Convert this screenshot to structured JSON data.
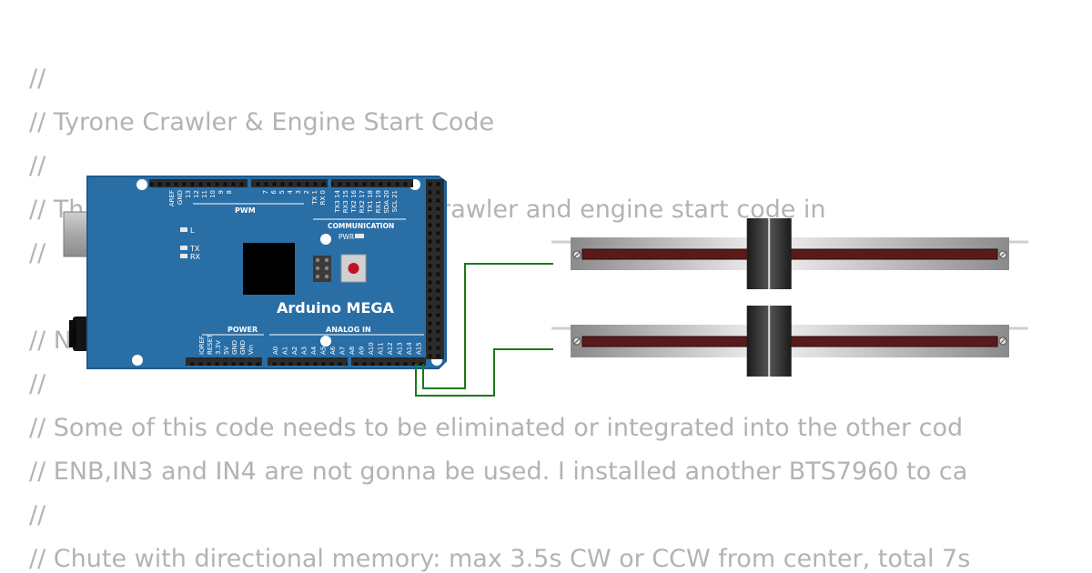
{
  "code_lines": [
    "//",
    "// Tyrone Crawler & Engine Start Code",
    "//",
    "// This is the combination of the crawler and engine start code in",
    "//",
    "",
    "// NOTES",
    "//",
    "// Some of this code needs to be eliminated or integrated into the other cod",
    "// ENB,IN3 and IN4 are not gonna be used. I installed another BTS7960 to ca",
    "//",
    "// Chute with directional memory: max 3.5s CW or CCW from center, total 7s"
  ],
  "board": {
    "name": "Arduino MEGA",
    "pwm_label": "PWM",
    "communication_label": "COMMUNICATION",
    "power_label": "POWER",
    "analog_label": "ANALOG IN",
    "pwr_label": "PWR",
    "led_l": "L",
    "led_tx": "TX",
    "led_rx": "RX",
    "pins_top_left": [
      "AREF",
      "GND",
      "13",
      "12",
      "11",
      "10",
      "9",
      "8"
    ],
    "pins_top_mid": [
      "7",
      "6",
      "5",
      "4",
      "3",
      "2"
    ],
    "pins_top_tx": [
      "TX 1",
      "RX 0"
    ],
    "pins_top_comm": [
      "TX3 14",
      "RX3 15",
      "TX2 16",
      "RX2 17",
      "TX1 18",
      "RX1 19",
      "SDA 20",
      "SCL 21"
    ],
    "pins_power": [
      "IOREF",
      "RESET",
      "3.3V",
      "5V",
      "GND",
      "GND",
      "Vin"
    ],
    "pins_analog": [
      "A0",
      "A1",
      "A2",
      "A3",
      "A4",
      "A5",
      "A6",
      "A7",
      "A8",
      "A9",
      "A10",
      "A11",
      "A12",
      "A13",
      "A14",
      "A15"
    ]
  },
  "sliders": [
    {
      "name": "slide-potentiometer-1",
      "value": 0.45
    },
    {
      "name": "slide-potentiometer-2",
      "value": 0.45
    }
  ],
  "colors": {
    "board": "#2a6ea6",
    "board_dark": "#1f5a8c",
    "wire": "#1a7a1a",
    "code_text": "#b3b3b3"
  }
}
